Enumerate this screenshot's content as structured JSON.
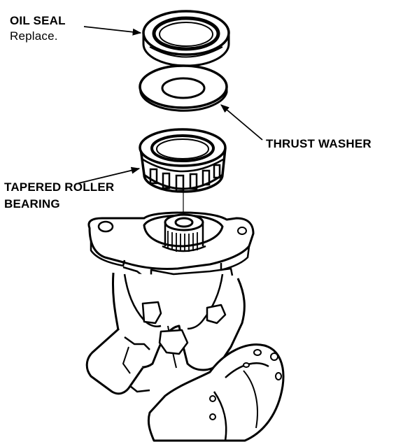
{
  "labels": {
    "oil_seal": "OIL SEAL",
    "oil_seal_note": "Replace.",
    "thrust_washer": "THRUST WASHER",
    "tapered_roller_line1": "TAPERED ROLLER",
    "tapered_roller_line2": "BEARING"
  },
  "colors": {
    "ink": "#000000",
    "paper": "#ffffff"
  }
}
